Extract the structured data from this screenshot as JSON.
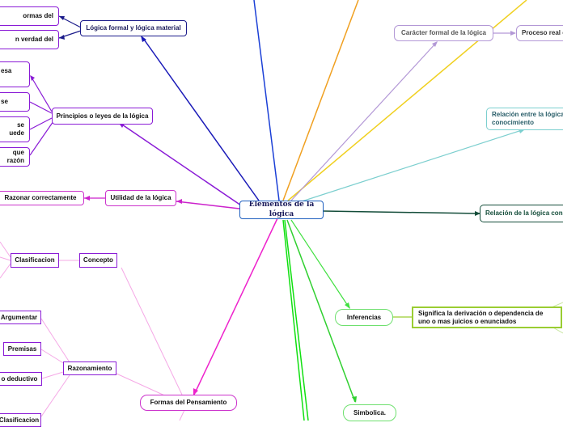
{
  "root": {
    "label": "Elementos de la lógica"
  },
  "top_left": {
    "logica_formal": "Lógica formal y lógica material",
    "formas_del": "ormas del",
    "verdad_del": "n verdad del"
  },
  "principios": {
    "label": "Principios o leyes de la lógica",
    "items": [
      "esa",
      "se",
      "se\nuede",
      "que\nrazón"
    ]
  },
  "utilidad": {
    "label": "Utilidad de la lógica",
    "razonar": "Razonar correctamente"
  },
  "concepto": {
    "label": "Concepto",
    "clasificacion": "Clasificacion"
  },
  "razonamiento": {
    "label": "Razonamiento",
    "items": [
      "Argumentar",
      "Premisas",
      "o deductivo",
      "Clasificacion"
    ]
  },
  "formas_pensamiento": {
    "label": "Formas del Pensamiento"
  },
  "caracter": {
    "label": "Carácter  formal de la lógica",
    "proceso": "Proceso real c"
  },
  "relacion_conocimiento": {
    "label": "Relación entre la lógica\nconocimiento"
  },
  "relacion_con": {
    "label": "Relación de la lógica con"
  },
  "inferencias": {
    "label": "Inferencias",
    "detail": "Significa la derivación o dependencia de uno o mas juicios o enunciados"
  },
  "simbolica": {
    "label": "Simbolica."
  }
}
